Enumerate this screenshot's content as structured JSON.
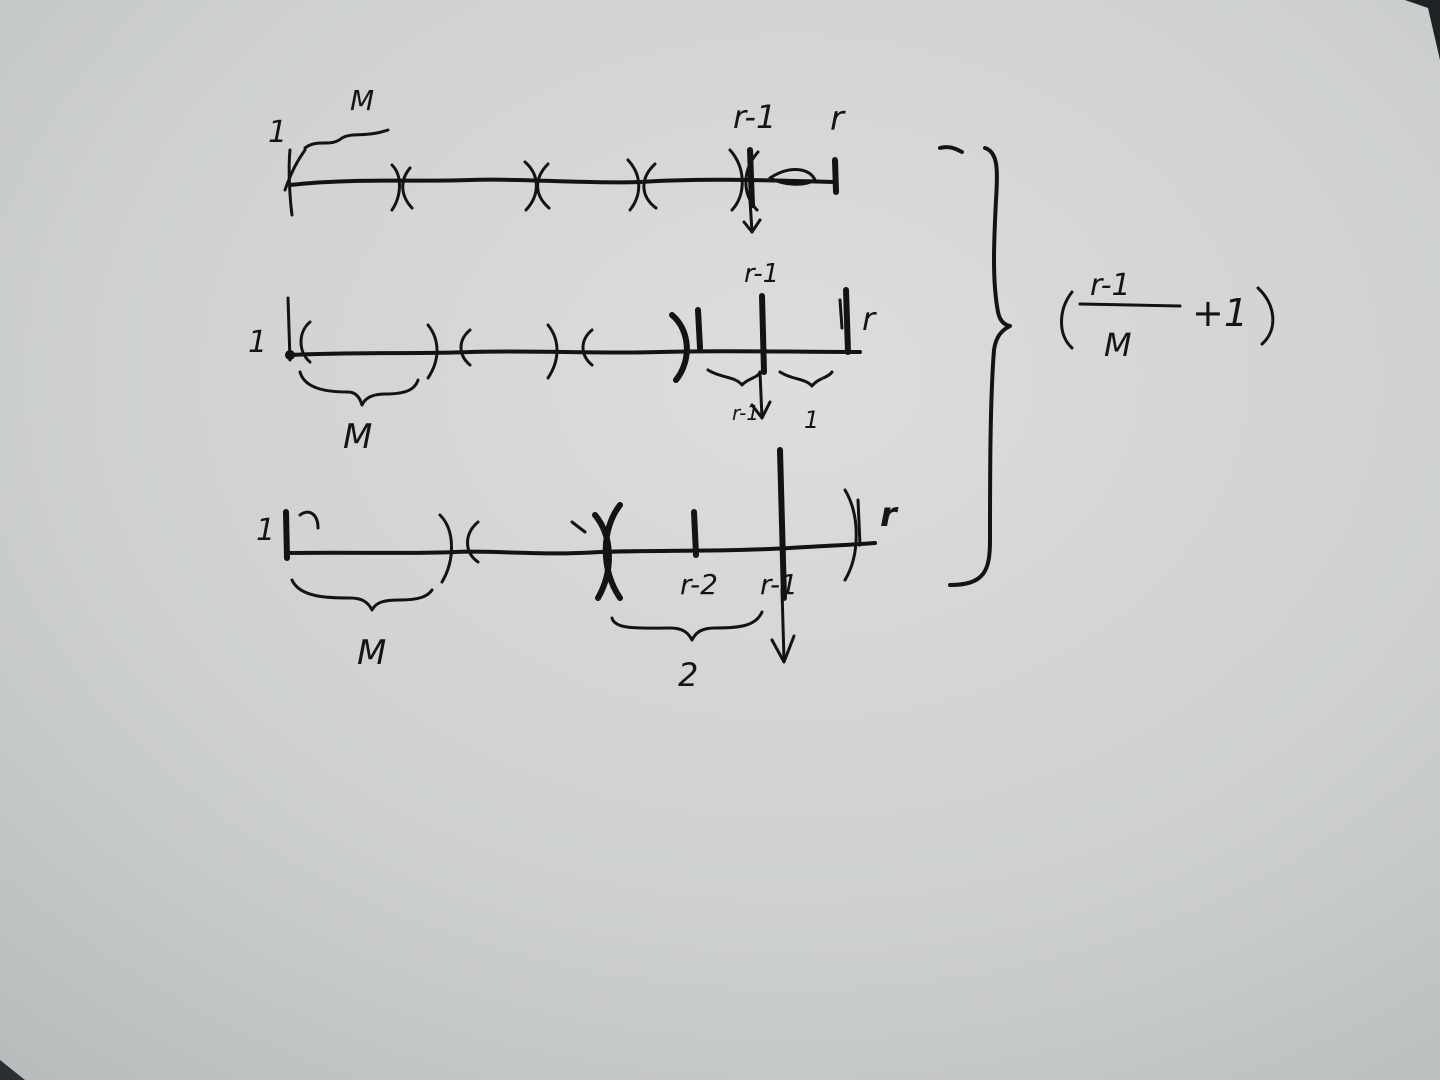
{
  "sketch": {
    "row1": {
      "label_start": "1",
      "label_segment": "M",
      "label_prev": "r-1",
      "label_end": "r"
    },
    "row2": {
      "label_start": "1",
      "label_segment": "M",
      "label_prev": "r-1",
      "label_end": "r",
      "label_span_left": "r-1",
      "label_span_right": "1"
    },
    "row3": {
      "label_start": "1",
      "label_segment": "M",
      "label_rm2": "r-2",
      "label_rm1": "r-1",
      "label_end": "r",
      "label_span": "2"
    },
    "formula": {
      "numerator": "r-1",
      "denominator": "M",
      "tail": "+1"
    }
  }
}
